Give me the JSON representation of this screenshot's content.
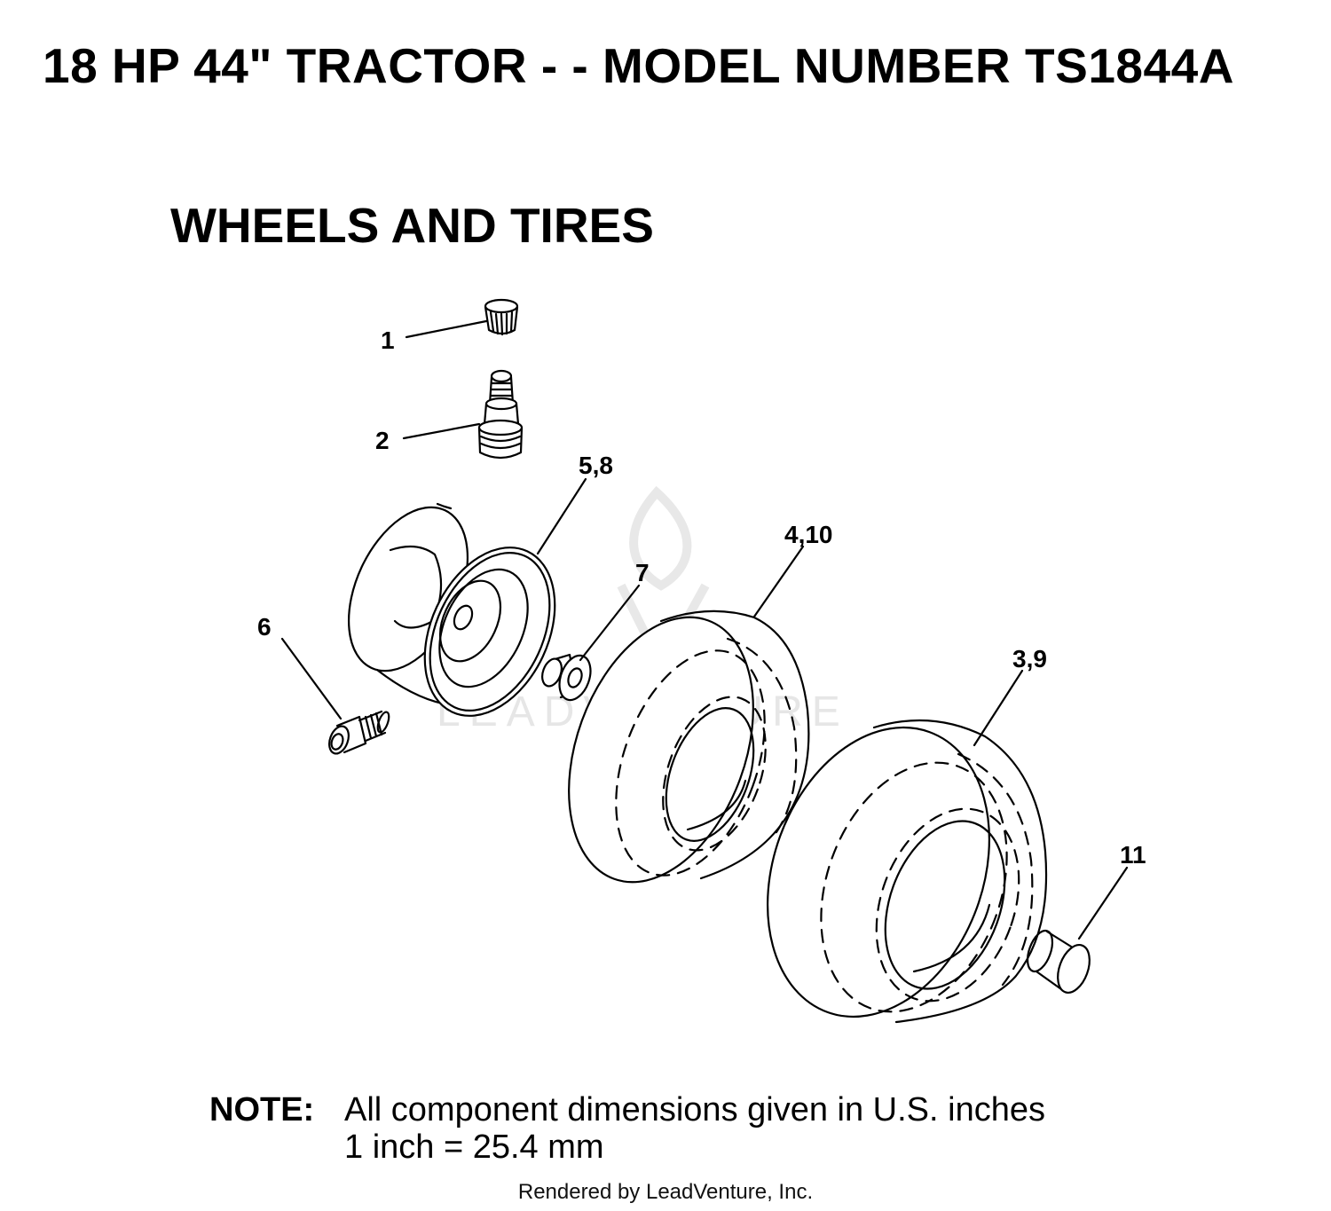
{
  "header": {
    "title": "18 HP 44\" TRACTOR - - MODEL NUMBER TS1844A",
    "section_title": "WHEELS AND TIRES"
  },
  "diagram": {
    "callouts": [
      "1",
      "2",
      "5,8",
      "4,10",
      "7",
      "6",
      "3,9",
      "11"
    ],
    "watermark": "LEADVENTURE"
  },
  "note": {
    "label": "NOTE:",
    "line1": "All component dimensions given in U.S. inches",
    "line2": "1 inch = 25.4 mm"
  },
  "footer": {
    "credit": "Rendered by LeadVenture, Inc."
  }
}
